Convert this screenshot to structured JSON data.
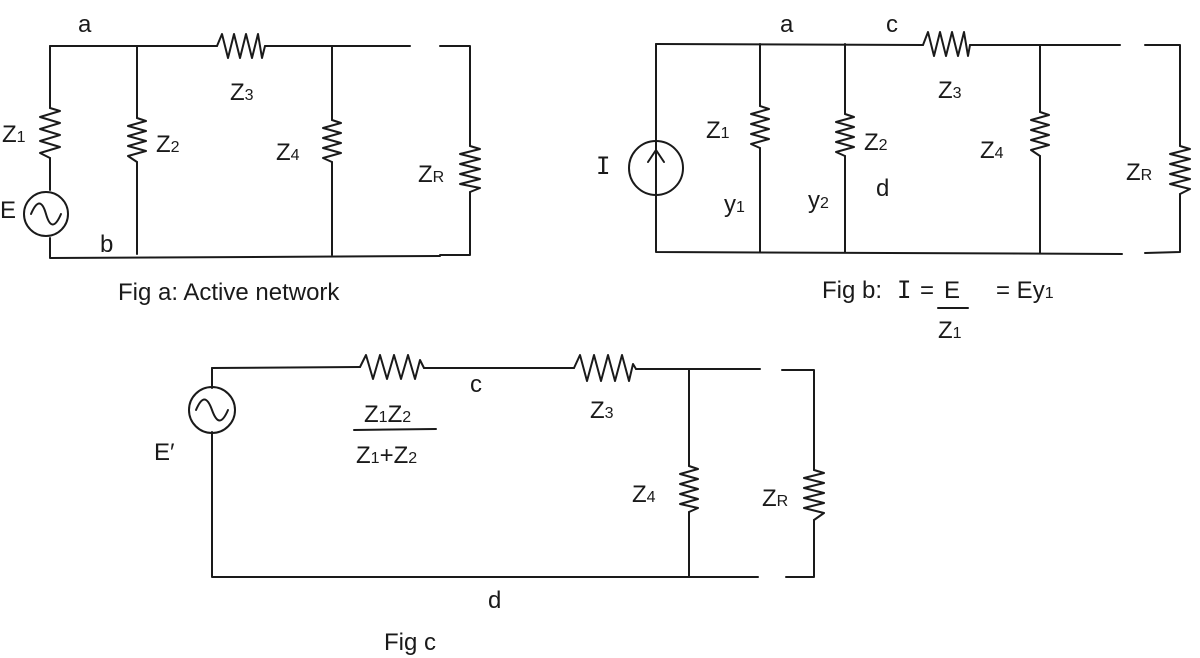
{
  "figure_a": {
    "node_a": "a",
    "node_b": "b",
    "z1": {
      "main": "Z",
      "sub": "1"
    },
    "z2": {
      "main": "Z",
      "sub": "2"
    },
    "z3": {
      "main": "Z",
      "sub": "3"
    },
    "z4": {
      "main": "Z",
      "sub": "4"
    },
    "zr": {
      "main": "Z",
      "sub": "R"
    },
    "source": "E",
    "caption": "Fig a: Active network"
  },
  "figure_b": {
    "node_a": "a",
    "node_c": "c",
    "node_d": "d",
    "z1": {
      "main": "Z",
      "sub": "1"
    },
    "z2": {
      "main": "Z",
      "sub": "2"
    },
    "z3": {
      "main": "Z",
      "sub": "3"
    },
    "z4": {
      "main": "Z",
      "sub": "4"
    },
    "zr": {
      "main": "Z",
      "sub": "R"
    },
    "y1": {
      "main": "y",
      "sub": "1"
    },
    "y2": {
      "main": "y",
      "sub": "2"
    },
    "source": "I",
    "caption_prefix": "Fig b:",
    "caption_current": "I",
    "caption_eq": "=",
    "caption_numerator": "E",
    "caption_result": "= Ey",
    "caption_result_sub": "1",
    "caption_denominator": {
      "main": "Z",
      "sub": "1"
    }
  },
  "figure_c": {
    "source": "E′",
    "node_c": "c",
    "node_d": "d",
    "zeq_numerator": {
      "z1": "Z",
      "s1": "1",
      "z2": "Z",
      "s2": "2"
    },
    "zeq_denominator": {
      "z1": "Z",
      "s1": "1",
      "plus": "+",
      "z2": "Z",
      "s2": "2"
    },
    "z3": {
      "main": "Z",
      "sub": "3"
    },
    "z4": {
      "main": "Z",
      "sub": "4"
    },
    "zr": {
      "main": "Z",
      "sub": "R"
    },
    "caption": "Fig c"
  }
}
